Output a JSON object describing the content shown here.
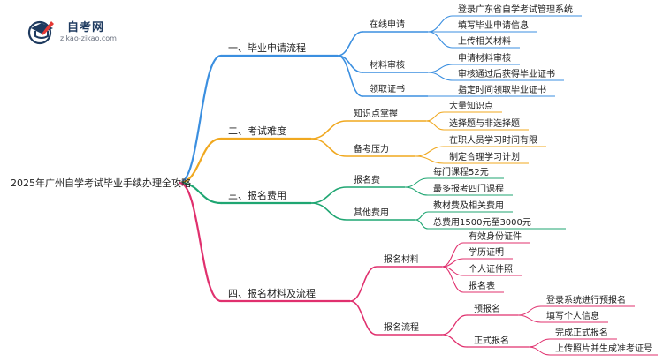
{
  "logo": {
    "name": "自考网",
    "url": "zikao-zikao.com",
    "colors": {
      "primary": "#1e3a5f",
      "accent": "#e53935"
    }
  },
  "mindmap": {
    "root": "2025年广州自学考试毕业手续办理全攻略",
    "branches": [
      {
        "label": "一、毕业申请流程",
        "color": "#3b8fe0",
        "groups": [
          {
            "label": "在线申请",
            "items": [
              "登录广东省自学考试管理系统",
              "填写毕业申请信息",
              "上传相关材料"
            ]
          },
          {
            "label": "材料审核",
            "items": [
              "申请材料审核",
              "审核通过后获得毕业证书"
            ]
          },
          {
            "label": "领取证书",
            "items": [
              "指定时间领取毕业证书"
            ]
          }
        ]
      },
      {
        "label": "二、考试难度",
        "color": "#f0a81f",
        "groups": [
          {
            "label": "知识点掌握",
            "items": [
              "大量知识点",
              "选择题与非选择题"
            ]
          },
          {
            "label": "备考压力",
            "items": [
              "在职人员学习时间有限",
              "制定合理学习计划"
            ]
          }
        ]
      },
      {
        "label": "三、报名费用",
        "color": "#1fa672",
        "groups": [
          {
            "label": "报名费",
            "items": [
              "每门课程52元",
              "最多报考四门课程"
            ]
          },
          {
            "label": "其他费用",
            "items": [
              "教材费及相关费用",
              "总费用1500元至3000元"
            ]
          }
        ]
      },
      {
        "label": "四、报名材料及流程",
        "color": "#e0306e",
        "groups": [
          {
            "label": "报名材料",
            "items": [
              "有效身份证件",
              "学历证明",
              "个人证件照",
              "报名表"
            ]
          },
          {
            "label": "报名流程",
            "subgroups": [
              {
                "label": "预报名",
                "items": [
                  "登录系统进行预报名",
                  "填写个人信息"
                ]
              },
              {
                "label": "正式报名",
                "items": [
                  "完成正式报名",
                  "上传照片并生成准考证号"
                ]
              }
            ]
          }
        ]
      }
    ]
  }
}
